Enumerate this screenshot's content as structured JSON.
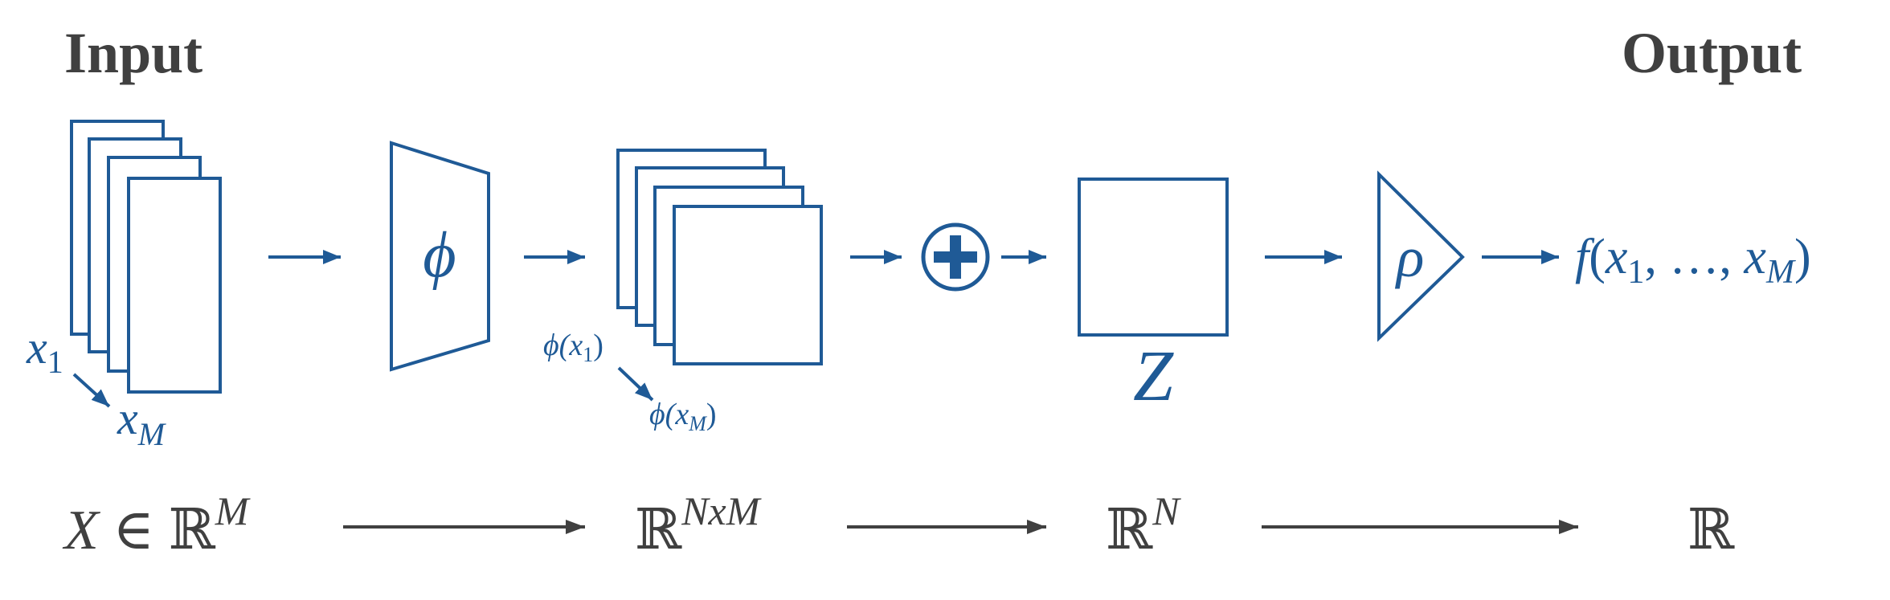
{
  "headers": {
    "input": "Input",
    "output": "Output"
  },
  "symbols": {
    "phi": "ϕ",
    "rho": "ρ",
    "z": "Z",
    "x1_base": "x",
    "x1_sub": "1",
    "xm_base": "x",
    "xm_sub": "M",
    "phi_x1_a": "ϕ(",
    "phi_x1_b": "x",
    "phi_x1_sub": "1",
    "phi_x1_c": ")",
    "phi_xm_a": "ϕ(",
    "phi_xm_b": "x",
    "phi_xm_sub": "M",
    "phi_xm_c": ")",
    "f_a": "f",
    "f_b": "(",
    "f_c": "x",
    "f_d": "1",
    "f_e": ", …, ",
    "f_f": "x",
    "f_g": "M",
    "f_h": ")"
  },
  "spaces": {
    "x_in": "X",
    "in_sym": " ∈ ",
    "r1": "ℝ",
    "r1_sup": "M",
    "r2": "ℝ",
    "r2_sup": "NxM",
    "r3": "ℝ",
    "r3_sup": "N",
    "r4": "ℝ"
  },
  "colors": {
    "accent": "#1f5a96",
    "text": "#404040"
  }
}
